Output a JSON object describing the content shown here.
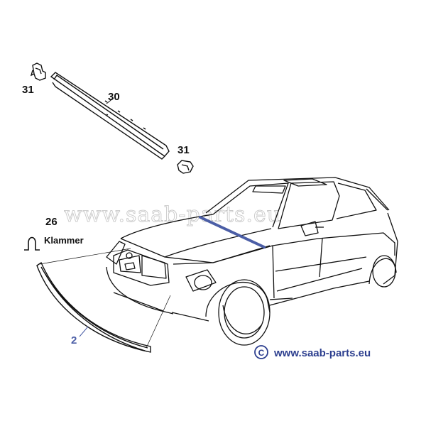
{
  "labels": {
    "part_31_top": "31",
    "part_30": "30",
    "part_31_bottom": "31",
    "part_26": "26",
    "part_26_name": "Klammer",
    "part_2": "2"
  },
  "watermark": "www.saab-parts.eu",
  "copyright": {
    "symbol": "C",
    "text": "www.saab-parts.eu"
  },
  "colors": {
    "line": "#111111",
    "highlight": "#4b5ea6",
    "copyright": "#2d3f8f",
    "watermark": "#c9c9c9"
  }
}
